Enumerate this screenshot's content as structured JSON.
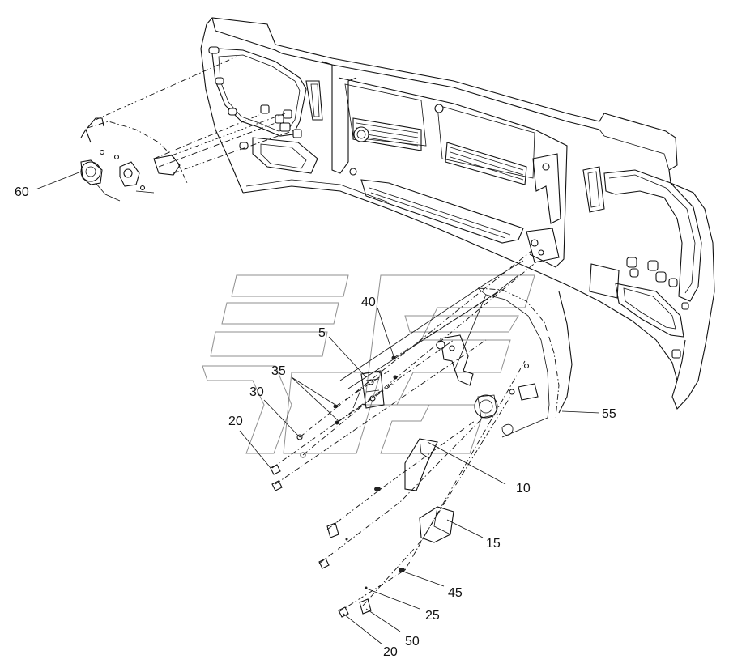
{
  "callouts": [
    {
      "id": "c60",
      "text": "60"
    },
    {
      "id": "c40",
      "text": "40"
    },
    {
      "id": "c5",
      "text": "5"
    },
    {
      "id": "c35",
      "text": "35"
    },
    {
      "id": "c30",
      "text": "30"
    },
    {
      "id": "c20a",
      "text": "20"
    },
    {
      "id": "c55",
      "text": "55"
    },
    {
      "id": "c10",
      "text": "10"
    },
    {
      "id": "c15",
      "text": "15"
    },
    {
      "id": "c45",
      "text": "45"
    },
    {
      "id": "c25",
      "text": "25"
    },
    {
      "id": "c50",
      "text": "50"
    },
    {
      "id": "c20b",
      "text": "20"
    }
  ]
}
